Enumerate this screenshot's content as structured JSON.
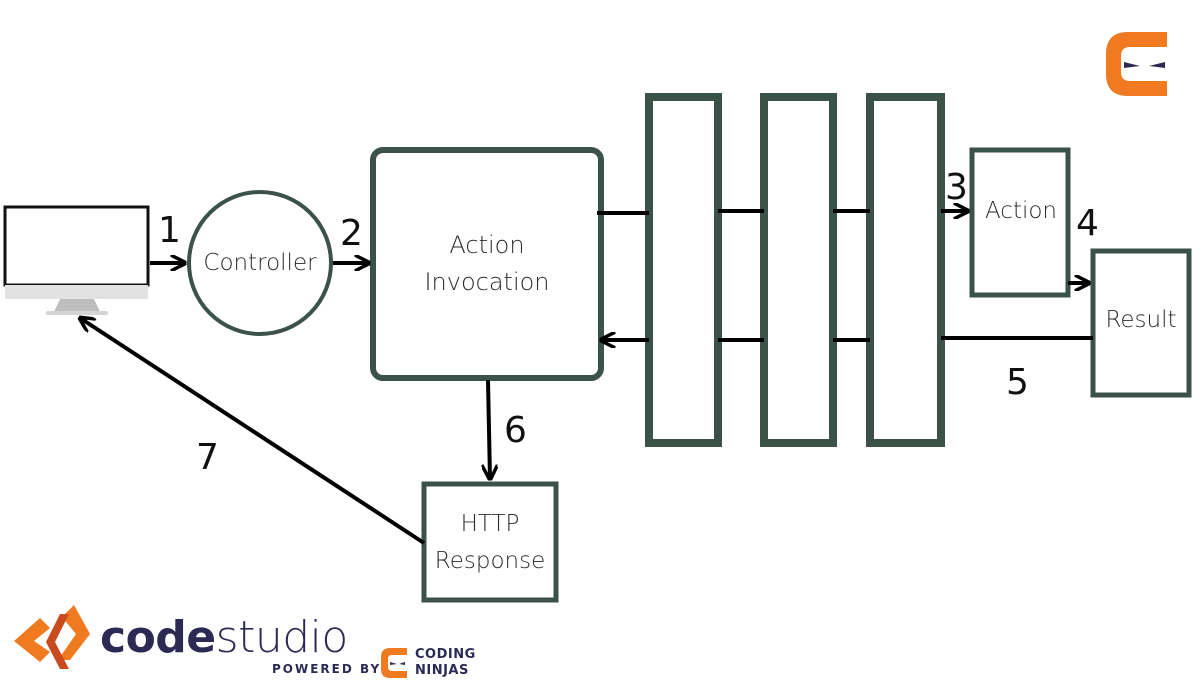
{
  "nodes": {
    "controller": "Controller",
    "action_invocation": [
      "Action",
      "Invocation"
    ],
    "action": "Action",
    "result": "Result",
    "http_response": [
      "HTTP",
      "Response"
    ]
  },
  "steps": [
    "1",
    "2",
    "3",
    "4",
    "5",
    "6",
    "7"
  ],
  "branding": {
    "code": "code",
    "studio": "studio",
    "powered_by": "POWERED BY",
    "coding": "CODING",
    "ninjas": "NINJAS"
  },
  "colors": {
    "box_stroke": "#3b5249",
    "arrow": "#000000",
    "brand_orange": "#f07a1f",
    "brand_navy": "#2c2a55"
  },
  "icons": [
    "monitor-icon",
    "coding-ninjas-logo-icon",
    "codestudio-logo-icon"
  ]
}
